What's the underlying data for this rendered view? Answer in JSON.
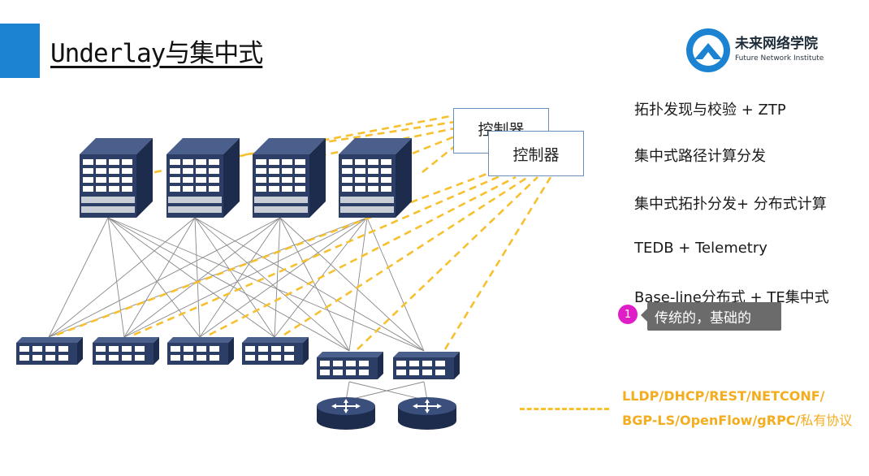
{
  "slide": {
    "title": "Underlay与集中式"
  },
  "logo": {
    "name_cn": "未来网络学院",
    "name_en": "Future Network Institute"
  },
  "controllers": [
    {
      "label": "控制器"
    },
    {
      "label": "控制器"
    }
  ],
  "features": [
    "拓扑发现与校验 + ZTP",
    "集中式路径计算分发",
    "集中式拓扑分发+ 分布式计算",
    "TEDB + Telemetry",
    "Base-line分布式 + TE集中式"
  ],
  "annotation": {
    "number": "1",
    "text": "传统的，基础的"
  },
  "legend": {
    "line1": "LLDP/DHCP/REST/NETCONF/",
    "line2_protocols": "BGP-LS/OpenFlow/gRPC/",
    "line2_cn": "私有协议"
  },
  "colors": {
    "accent": "#1b83d1",
    "device": "#2c3e66",
    "dashed_link": "#f6c02f",
    "legend_text": "#f3ad1f",
    "badge": "#e01ec8"
  }
}
